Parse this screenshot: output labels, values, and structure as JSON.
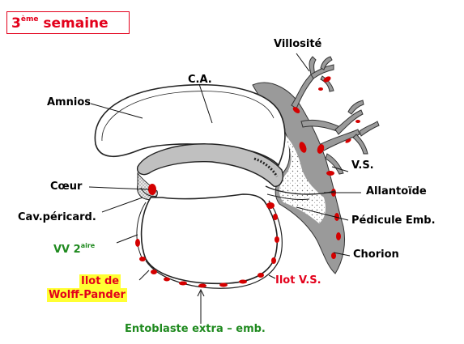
{
  "title": {
    "num": "3",
    "sup": "ème",
    "word": "semaine"
  },
  "labels": {
    "villosite": "Villosité",
    "ca": "C.A.",
    "amnios": "Amnios",
    "coeur": "Cœur",
    "cav_pericard": "Cav.péricard.",
    "vv_main": "VV 2",
    "vv_sup": "aire",
    "ilot_wp_line1": "Ilot de",
    "ilot_wp_line2": "Wolff-Pander",
    "vs": "V.S.",
    "allantoide": "Allantoïde",
    "pedicule": "Pédicule Emb.",
    "chorion": "Chorion",
    "ilot_vs": "Ilot V.S.",
    "entoblaste": "Entoblaste extra – emb."
  },
  "colors": {
    "title_red": "#e3001b",
    "green_label": "#1f8a1f",
    "highlight": "#ffff33",
    "blood_island": "#d40000",
    "mesenchyme": "#9a9a9a",
    "embryo_disc": "#bfbfbf"
  }
}
